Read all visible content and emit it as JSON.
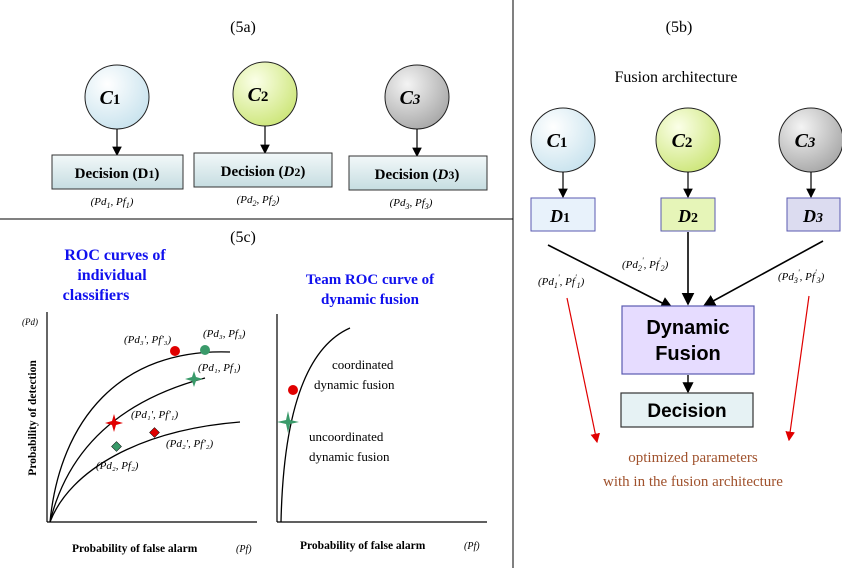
{
  "panel_a": {
    "label": "(5a)",
    "classifiers": [
      {
        "name": "C",
        "sub": "1",
        "fill": "#e8f4f8",
        "decision_text": "Decision (",
        "decision_var": "D",
        "decision_sub": "1",
        "decision_close": ")",
        "pd": "Pd",
        "pd_sub": "1",
        "pf": "Pf",
        "pf_sub": "1"
      },
      {
        "name": "C",
        "sub": "2",
        "fill": "#e6f5b8",
        "decision_text": "Decision (",
        "decision_var": "D",
        "decision_sub": "2",
        "decision_close": ")",
        "pd": "Pd",
        "pd_sub": "2",
        "pf": "Pf",
        "pf_sub": "2"
      },
      {
        "name": "C",
        "sub": "3",
        "fill": "#d8d8d8",
        "decision_text": "Decision (",
        "decision_var": "D",
        "decision_sub": "3",
        "decision_close": ")",
        "pd": "Pd",
        "pd_sub": "3",
        "pf": "Pf",
        "pf_sub": "3"
      }
    ]
  },
  "panel_b": {
    "label": "(5b)",
    "title": "Fusion architecture",
    "classifiers": [
      "C",
      "C",
      "C"
    ],
    "decisions": [
      {
        "var": "D",
        "sub": "1",
        "fill": "#e8f2fb"
      },
      {
        "var": "D",
        "sub": "2",
        "fill": "#e6f5b8"
      },
      {
        "var": "D",
        "sub": "3",
        "fill": "#dcdcf0"
      }
    ],
    "param_labels": [
      {
        "pd": "Pd",
        "sub": "1",
        "pf": "Pf",
        "pfsub": "1",
        "prime": "'"
      },
      {
        "pd": "Pd",
        "sub": "2",
        "pf": "Pf",
        "pfsub": "2",
        "prime": "'"
      },
      {
        "pd": "Pd",
        "sub": "3",
        "pf": "Pf",
        "pfsub": "3",
        "prime": "'"
      }
    ],
    "fusion_line1": "Dynamic",
    "fusion_line2": "Fusion",
    "decision_label": "Decision",
    "optimized_line1": "optimized parameters",
    "optimized_line2": "with in the fusion architecture",
    "colors": {
      "fusion_fill": "#e6dcff",
      "decision_fill": "#e6f2f4",
      "red_arrow": "#e00000",
      "optimized_text": "#a0522d"
    }
  },
  "panel_c": {
    "label": "(5c)",
    "left_title_line1": "ROC curves of",
    "left_title_line2": "individual",
    "left_title_line3": "classifiers",
    "right_title_line1": "Team ROC curve of",
    "right_title_line2": "dynamic fusion",
    "y_axis_unit": "(Pd)",
    "y_axis_label": "Probability of detection",
    "x_axis_label": "Probability of false alarm",
    "x_axis_unit": "(Pf)",
    "left_point_labels": {
      "p3_prime": "(Pd₃', Pf'₃)",
      "p3": "(Pd₃, Pf₃)",
      "p1": "(Pd₁, Pf₁)",
      "p1_prime": "(Pd₁', Pf'₁)",
      "p2_prime": "(Pd₂', Pf'₂)",
      "p2": "(Pd₂, Pf₂)"
    },
    "coordinated_line1": "coordinated",
    "coordinated_line2": "dynamic fusion",
    "uncoordinated_line1": "uncoordinated",
    "uncoordinated_line2": "dynamic fusion",
    "colors": {
      "title_blue": "#1010ee",
      "red_point": "#e00000",
      "green_point": "#3a9a6a"
    }
  }
}
